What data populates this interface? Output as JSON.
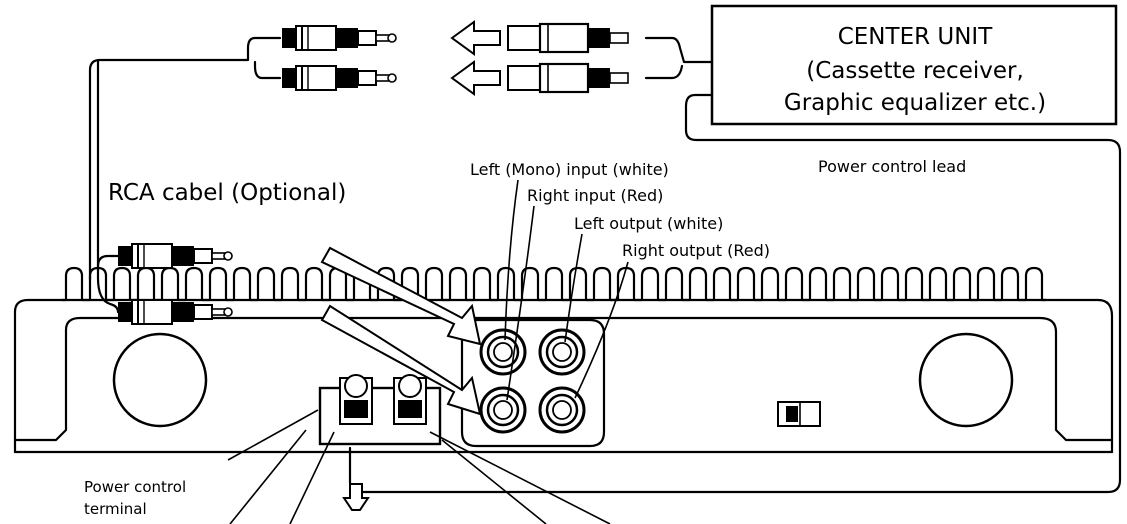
{
  "center_unit": {
    "title": "CENTER UNIT",
    "line1": "(Cassette receiver,",
    "line2": "Graphic equalizer etc.)"
  },
  "labels": {
    "power_control_lead": "Power control lead",
    "rca_cable": "RCA cabel (Optional)",
    "left_mono_input": "Left (Mono) input (white)",
    "right_input": "Right input (Red)",
    "left_output": "Left output (white)",
    "right_output": "Right output (Red)",
    "power_control_terminal_1": "Power control",
    "power_control_terminal_2": "terminal"
  },
  "icons": {
    "plug": "rca-plug-icon",
    "arrow": "open-arrow-icon",
    "jack": "rca-jack-icon"
  }
}
